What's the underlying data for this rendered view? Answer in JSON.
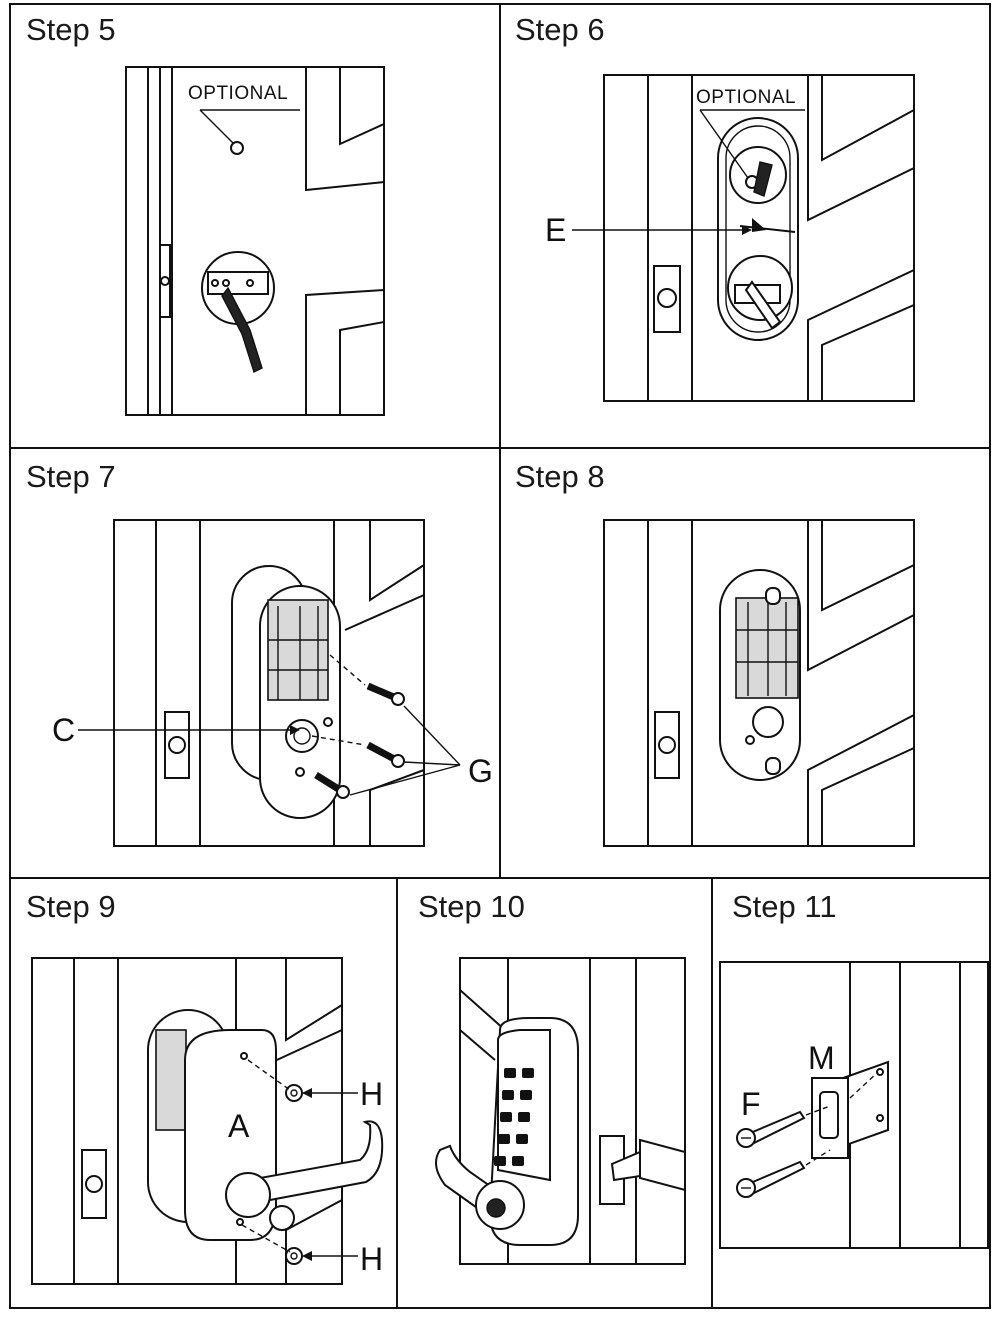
{
  "steps": [
    {
      "title": "Step 5",
      "callouts": {
        "optional": "OPTIONAL"
      }
    },
    {
      "title": "Step 6",
      "callouts": {
        "optional": "OPTIONAL",
        "e": "E"
      }
    },
    {
      "title": "Step 7",
      "callouts": {
        "c": "C",
        "g": "G"
      }
    },
    {
      "title": "Step 8",
      "callouts": {}
    },
    {
      "title": "Step 9",
      "callouts": {
        "a": "A",
        "h1": "H",
        "h2": "H"
      }
    },
    {
      "title": "Step 10",
      "callouts": {}
    },
    {
      "title": "Step 11",
      "callouts": {
        "m": "M",
        "f": "F"
      }
    }
  ],
  "icons": [
    "door-frame-icon",
    "screw-icon",
    "lock-body-icon",
    "keypad-icon",
    "lever-handle-icon",
    "strike-plate-icon"
  ],
  "colors": {
    "line": "#111111",
    "background": "#ffffff",
    "shade": "#d9d9d9"
  }
}
